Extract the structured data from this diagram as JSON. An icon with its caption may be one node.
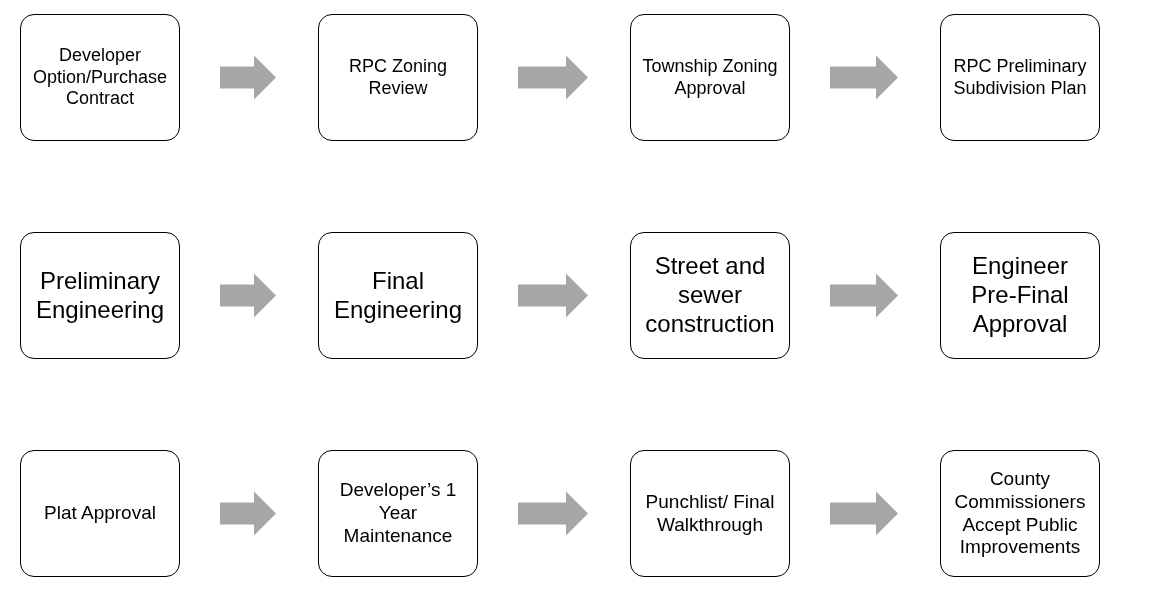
{
  "diagram": {
    "nodes": [
      {
        "text": [
          "Developer Option/Purchase Contract"
        ]
      },
      {
        "text": [
          "RPC Zoning Review"
        ]
      },
      {
        "text": [
          "Township Zoning Approval"
        ]
      },
      {
        "text": [
          "RPC Preliminary Subdivision Plan"
        ]
      },
      {
        "text": [
          "Preliminary Engineering"
        ]
      },
      {
        "text": [
          "Final Engineering"
        ]
      },
      {
        "text": [
          "Street and sewer construction"
        ]
      },
      {
        "text": [
          "Engineer Pre-Final Approval"
        ]
      },
      {
        "text": [
          "Plat Approval"
        ]
      },
      {
        "text": [
          "Developer’s 1 Year Maintenance"
        ]
      },
      {
        "text": [
          "Punchlist/ Final Walkthrough"
        ]
      },
      {
        "text": [
          "County Commissioners Accept Public Improvements"
        ]
      }
    ],
    "edges": [
      {
        "from": 0,
        "to": 1,
        "arrow": "to",
        "style": "thick"
      },
      {
        "from": 1,
        "to": 2,
        "arrow": "to",
        "style": "thick"
      },
      {
        "from": 2,
        "to": 3,
        "arrow": "to",
        "style": "thick"
      },
      {
        "from": 4,
        "to": 5,
        "arrow": "to",
        "style": "thick"
      },
      {
        "from": 5,
        "to": 6,
        "arrow": "to",
        "style": "thick"
      },
      {
        "from": 6,
        "to": 7,
        "arrow": "to",
        "style": "thick"
      },
      {
        "from": 8,
        "to": 9,
        "arrow": "to",
        "style": "thick"
      },
      {
        "from": 9,
        "to": 10,
        "arrow": "to",
        "style": "thick"
      },
      {
        "from": 10,
        "to": 11,
        "arrow": "to",
        "style": "thick"
      }
    ]
  }
}
